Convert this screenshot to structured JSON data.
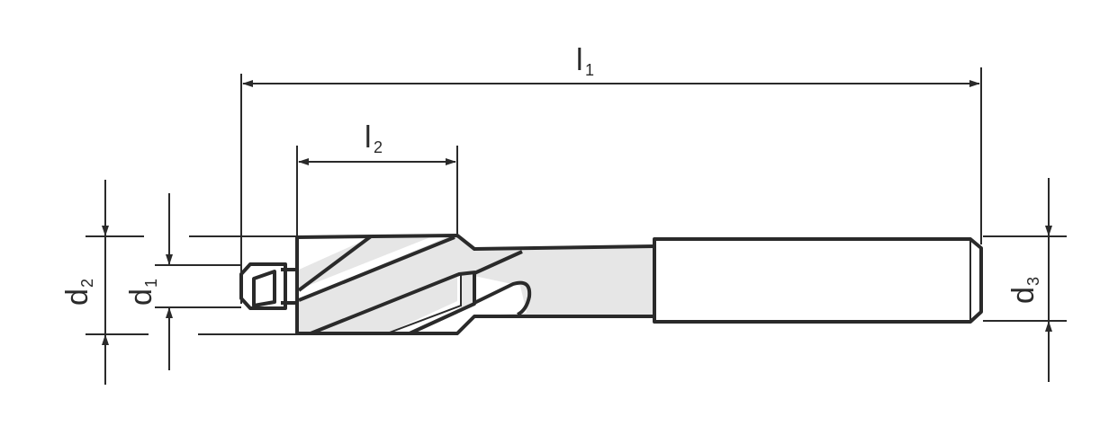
{
  "dimensions": {
    "l1": {
      "main": "l",
      "sub": "1"
    },
    "l2": {
      "main": "l",
      "sub": "2"
    },
    "d1": {
      "main": "d",
      "sub": "1"
    },
    "d2": {
      "main": "d",
      "sub": "2"
    },
    "d3": {
      "main": "d",
      "sub": "3"
    }
  },
  "colors": {
    "line": "#2a2a2a",
    "fill": "#e6e6e6"
  }
}
